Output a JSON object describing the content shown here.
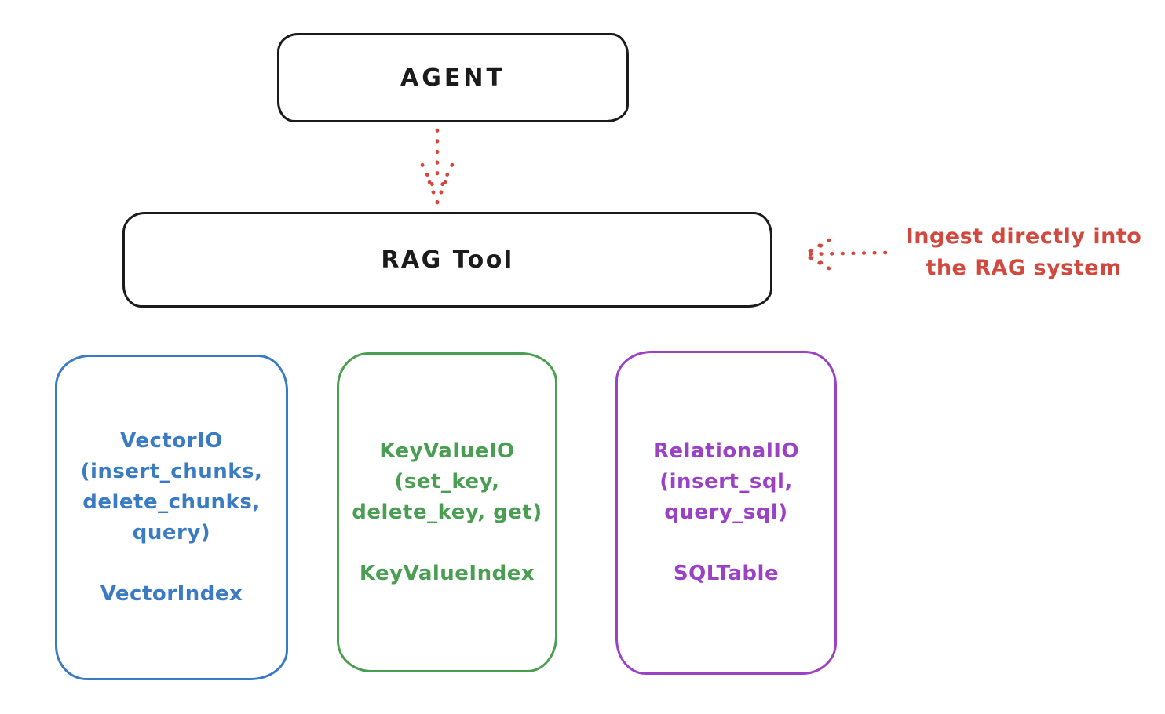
{
  "colors": {
    "stroke": "#1b1b1b",
    "annotation_red": "#d1493e",
    "vector_blue": "#3a7bc4",
    "keyvalue_green": "#4a9e52",
    "relational_purple": "#9b41c4",
    "background": "#ffffff"
  },
  "agent": {
    "label": "AGENT"
  },
  "rag_tool": {
    "label": "RAG Tool"
  },
  "annotation": {
    "line1": "Ingest directly into",
    "line2": "the RAG system"
  },
  "backends": [
    {
      "title": "VectorIO",
      "ops": [
        "(insert_chunks,",
        "delete_chunks,",
        "query)"
      ],
      "index": "VectorIndex",
      "color": "#3a7bc4"
    },
    {
      "title": "KeyValueIO",
      "ops": [
        "(set_key,",
        "delete_key, get)"
      ],
      "index": "KeyValueIndex",
      "color": "#4a9e52"
    },
    {
      "title": "RelationalIO",
      "ops": [
        "(insert_sql,",
        "query_sql)"
      ],
      "index": "SQLTable",
      "color": "#9b41c4"
    }
  ]
}
